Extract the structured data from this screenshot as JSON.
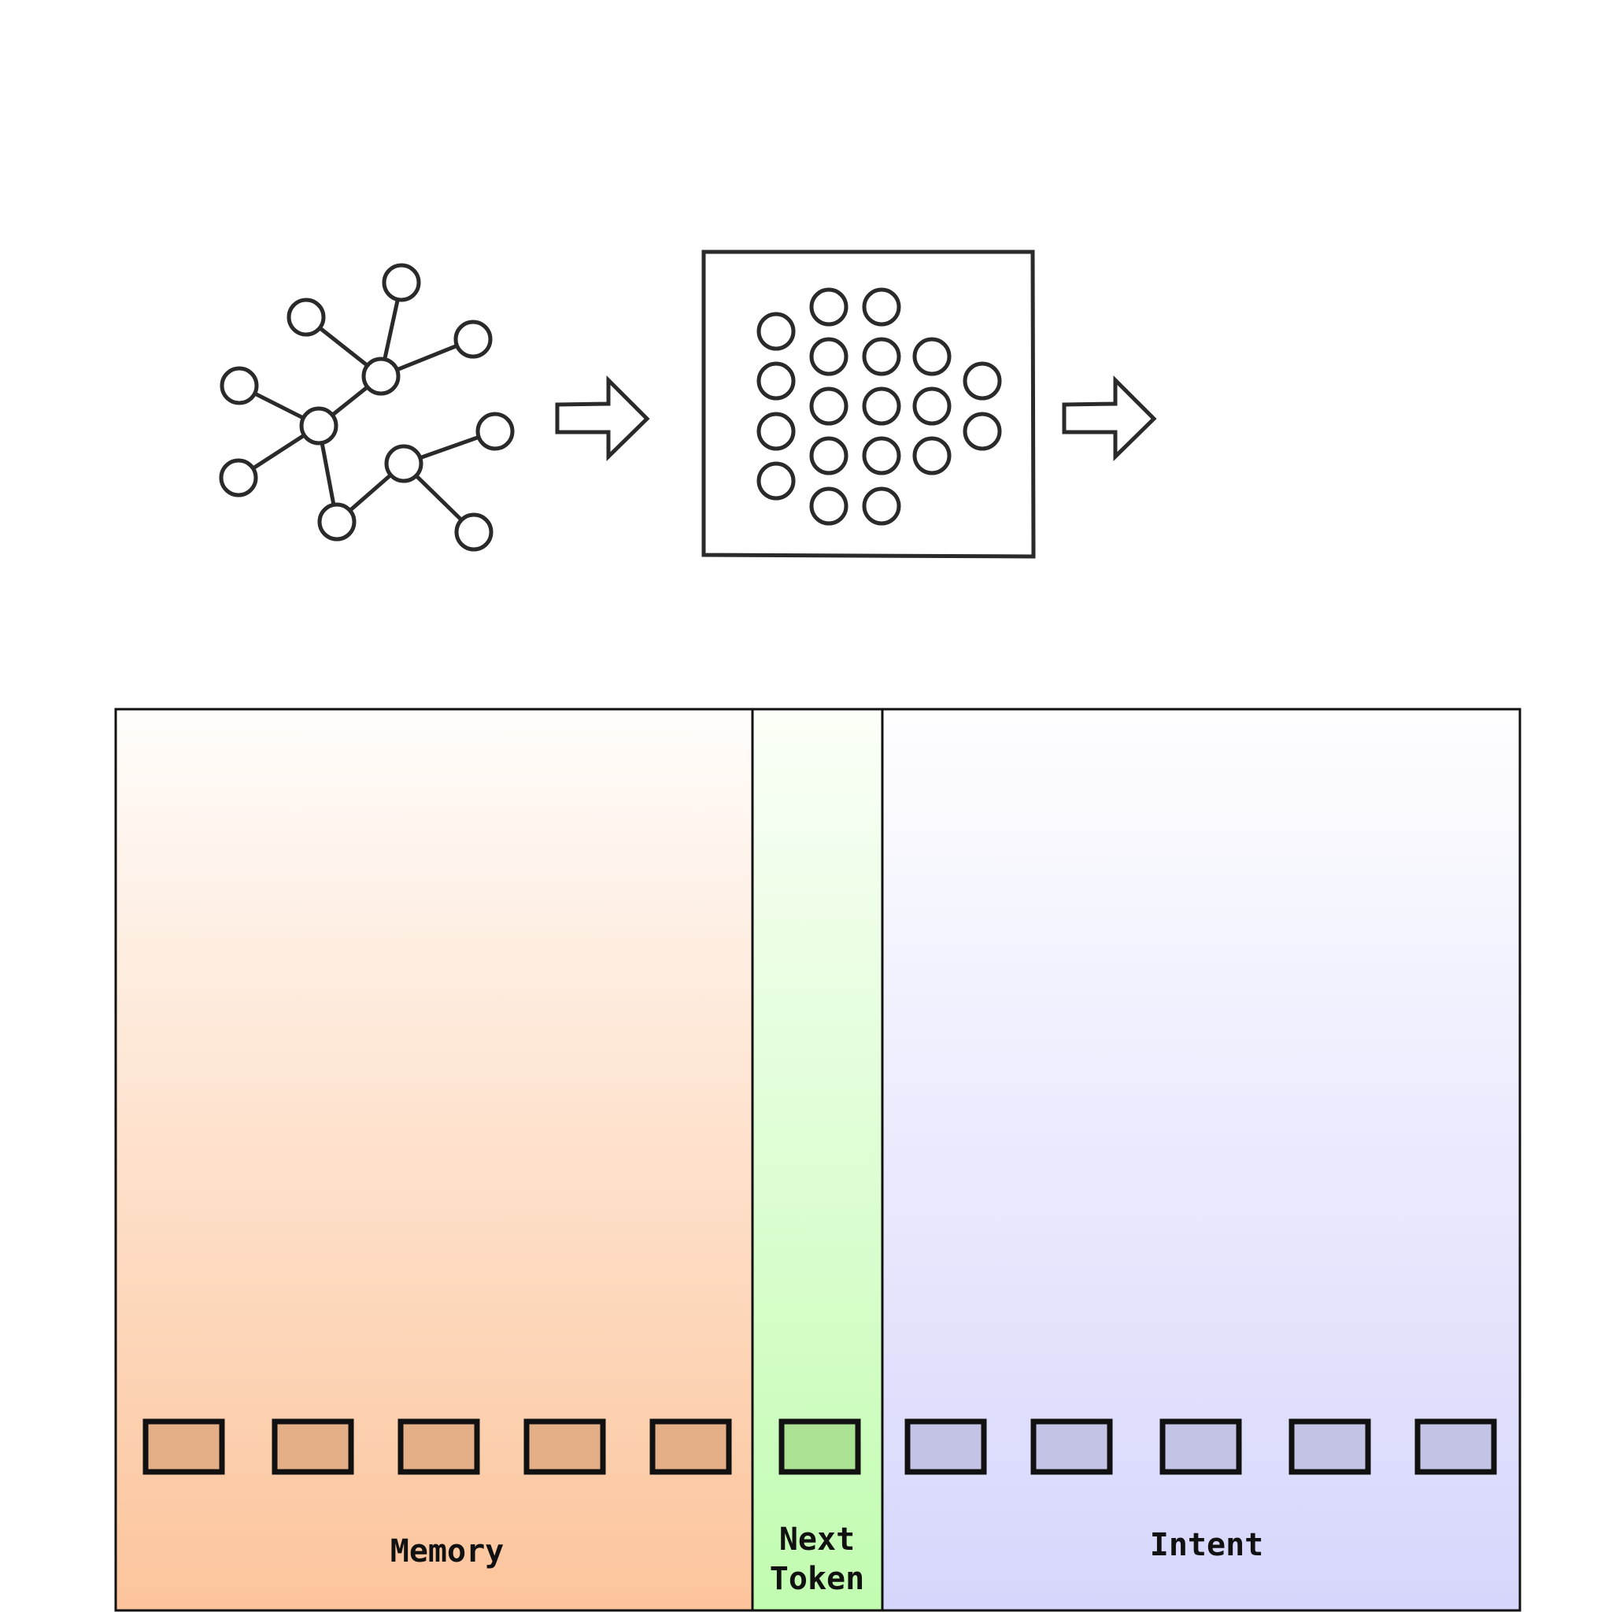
{
  "colors": {
    "stroke": "#2a2a2a",
    "memory_top": "#fffdfb",
    "memory_bottom": "#fcc49b",
    "memory_token": "#e4af87",
    "next_top": "#fbfff8",
    "next_bottom": "#c1fcb0",
    "next_token": "#abe193",
    "intent_top": "#fefeff",
    "intent_bottom": "#d6d6fc",
    "intent_token": "#c3c3e6"
  },
  "flow": {
    "stages": [
      {
        "name": "graph-network"
      },
      {
        "name": "arrow"
      },
      {
        "name": "node-grid-box"
      },
      {
        "name": "arrow"
      }
    ]
  },
  "sections": {
    "memory": {
      "label": "Memory",
      "token_count": 5
    },
    "next_token": {
      "label_line1": "Next",
      "label_line2": "Token",
      "token_count": 1
    },
    "intent": {
      "label": "Intent",
      "token_count": 5
    }
  }
}
